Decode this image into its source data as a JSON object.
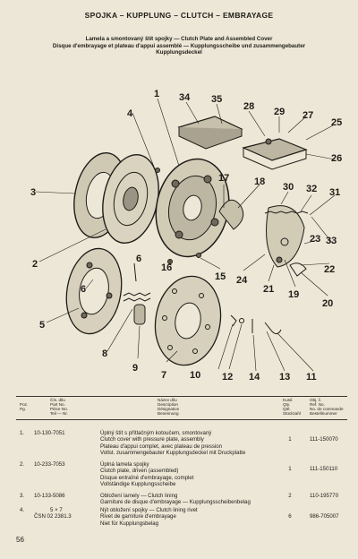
{
  "header": {
    "title": "SPOJKA – KUPPLUNG – CLUTCH – EMBRAYAGE"
  },
  "caption": {
    "lines": [
      "Lamela a smontovaný štít spojky — Clutch Plate and Assembled Cover",
      "Disque d'embrayage et plateau d'appui assemblé — Kupplungsscheibe und zusammengebauter",
      "Kupplungsdeckel"
    ]
  },
  "diagram": {
    "callouts": [
      "1",
      "2",
      "3",
      "4",
      "5",
      "6",
      "7",
      "8",
      "9",
      "10",
      "11",
      "12",
      "13",
      "14",
      "15",
      "16",
      "17",
      "18",
      "19",
      "20",
      "21",
      "22",
      "23",
      "24",
      "25",
      "26",
      "27",
      "28",
      "29",
      "30",
      "31",
      "32",
      "33",
      "34",
      "35",
      "6"
    ]
  },
  "table": {
    "headers": {
      "pos": [
        "Poz.",
        "Pg."
      ],
      "part": [
        "Čís. dílu",
        "Part No.",
        "Pièce No.",
        "Teil — Nr."
      ],
      "desc": [
        "Název dílu",
        "Description",
        "Désignation",
        "Benennung"
      ],
      "qty": [
        "Kusů",
        "Qty.",
        "Qté.",
        "Stückzahl"
      ],
      "ref": [
        "Obj. č.",
        "Ref. No.",
        "No. de commande",
        "Bestellnummer"
      ]
    },
    "rows": [
      {
        "pos": "1.",
        "part": "10-130-7051",
        "desc": [
          "Úplný štít s přítlačným kotoučem, smontovaný",
          "Clutch cover with pressure plate, assembly",
          "Plateau d'appui complet, avec plateau de pression",
          "Vollst. zusammengebauter Kupplungsdeckel mit Druckplatte"
        ],
        "qty": "1",
        "ref": "111-150070"
      },
      {
        "pos": "2.",
        "part": "10-233-7053",
        "desc": [
          "Úplná lamela spojky",
          "Clutch plate, driven (assembled)",
          "Disque entraîné d'embrayage, complet",
          "Vollständige Kupplungsscheibe"
        ],
        "qty": "1",
        "ref": "111-150110"
      },
      {
        "pos": "3.",
        "part": "10-133-5086",
        "desc": [
          "Obložení lamely — Clutch lining",
          "Garniture de disque d'embrayage — Kupplungsscheibenbelag"
        ],
        "qty": "2",
        "ref": "110-195770"
      },
      {
        "pos": "4.",
        "part": "5 × 7",
        "part2": "ČSN 02 2381.3",
        "desc": [
          "Nýt obložení spojky — Clutch lining rivet",
          "Rivet de garniture d'embrayage",
          "Niet für Kupplungsbelag"
        ],
        "qty": "6",
        "ref": "986-705007"
      }
    ]
  },
  "footer": {
    "page": "56"
  }
}
